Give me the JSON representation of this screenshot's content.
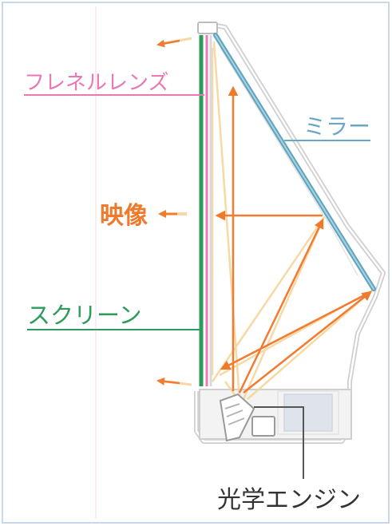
{
  "labels": {
    "fresnel": "フレネルレンズ",
    "mirror": "ミラー",
    "image": "映像",
    "screen": "スクリーン",
    "engine": "光学エンジン"
  },
  "colors": {
    "fresnel": "#e978b4",
    "mirror": "#6aa7c7",
    "image": "#f07a2c",
    "screen": "#2e9b5a",
    "engine": "#333333",
    "frame_border": "#c8d8e8",
    "housing": "#c9c9c9",
    "light_ray": "#f6d27a"
  }
}
